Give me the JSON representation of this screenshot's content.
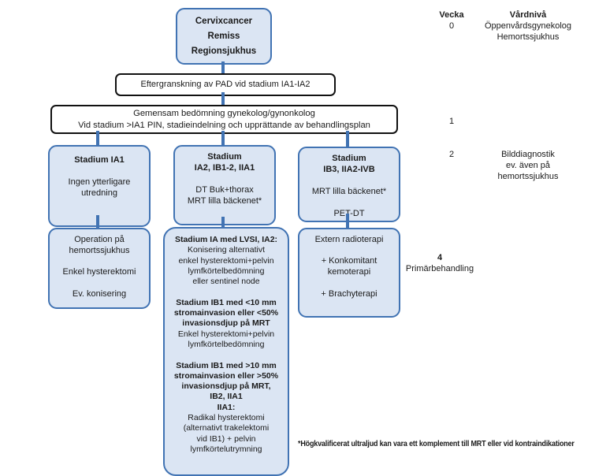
{
  "colors": {
    "box-fill": "#dbe5f3",
    "box-border": "#4173b3",
    "connector": "#4173b3",
    "outline-border": "#111111",
    "text": "#1a1a1a"
  },
  "timeline": {
    "week_title": "Vecka",
    "week_start": "0",
    "care_level_title": "Vårdnivå",
    "care_level_lines": [
      "Öppenvårdsgynekolog",
      "Hemortssjukhus"
    ],
    "week_1": "1",
    "week_2": "2",
    "imaging_lines": [
      "Bilddiagnostik",
      "ev. även på",
      "hemortssjukhus"
    ],
    "week_4": "4",
    "week_4_label": "Primärbehandling"
  },
  "flow": {
    "referral": {
      "lines": [
        {
          "t": "Cervixcancer",
          "b": true
        },
        {
          "t": "Remiss",
          "b": true
        },
        {
          "t": "Regionsjukhus",
          "b": true
        }
      ]
    },
    "pad_review": {
      "text": "Eftergranskning av PAD vid stadium IA1-IA2"
    },
    "joint_assessment": {
      "lines": [
        "Gemensam bedömning gynekolog/gynonkolog",
        "Vid stadium >IA1 PIN, stadieindelning och upprättande av behandlingsplan"
      ]
    },
    "stage_ia1": {
      "lines": [
        {
          "t": "Stadium IA1",
          "b": true
        },
        "",
        "Ingen ytterligare",
        "utredning"
      ]
    },
    "stage_ia2_ib12_iia1": {
      "lines": [
        {
          "t": "Stadium",
          "b": true
        },
        {
          "t": "IA2, IB1-2, IIA1",
          "b": true
        },
        "",
        "DT Buk+thorax",
        "MRT lilla bäckenet*"
      ]
    },
    "stage_ib3_iia2_ivb": {
      "lines": [
        {
          "t": "Stadium",
          "b": true
        },
        {
          "t": "IB3, IIA2-IVB",
          "b": true
        },
        "",
        "MRT lilla bäckenet*",
        "",
        "PET-DT"
      ]
    },
    "surgery_local": {
      "lines": [
        "Operation på",
        "hemortssjukhus",
        "",
        "Enkel hysterektomi",
        "",
        "Ev. konisering"
      ]
    },
    "treatment_detail": {
      "lines": [
        {
          "t": "Stadium IA med LVSI, IA2:",
          "b": true
        },
        "Konisering alternativt",
        "enkel hysterektomi+pelvin",
        "lymfkörtelbedömning",
        "eller sentinel node",
        "",
        {
          "t": "Stadium IB1 med <10 mm",
          "b": true
        },
        {
          "t": "stromainvasion eller <50%",
          "b": true
        },
        {
          "t": "invasionsdjup på MRT",
          "b": true
        },
        "Enkel hysterektomi+pelvin",
        "lymfkörtelbedömning",
        "",
        {
          "t": "Stadium IB1 med >10 mm",
          "b": true
        },
        {
          "t": "stromainvasion eller >50%",
          "b": true
        },
        {
          "t": "invasionsdjup på MRT,",
          "b": true
        },
        {
          "t": "IB2, IIA1",
          "b": true
        },
        {
          "t": "IIA1:",
          "b": true
        },
        "Radikal hysterektomi",
        "(alternativt trakelektomi",
        "vid IB1) + pelvin",
        "lymfkörtelutrymning"
      ]
    },
    "radiotherapy": {
      "lines": [
        "Extern radioterapi",
        "",
        "+ Konkomitant",
        "kemoterapi",
        "",
        "+ Brachyterapi"
      ]
    }
  },
  "footnote": "*Högkvalificerat ultraljud kan vara ett komplement till MRT eller vid kontraindikationer"
}
